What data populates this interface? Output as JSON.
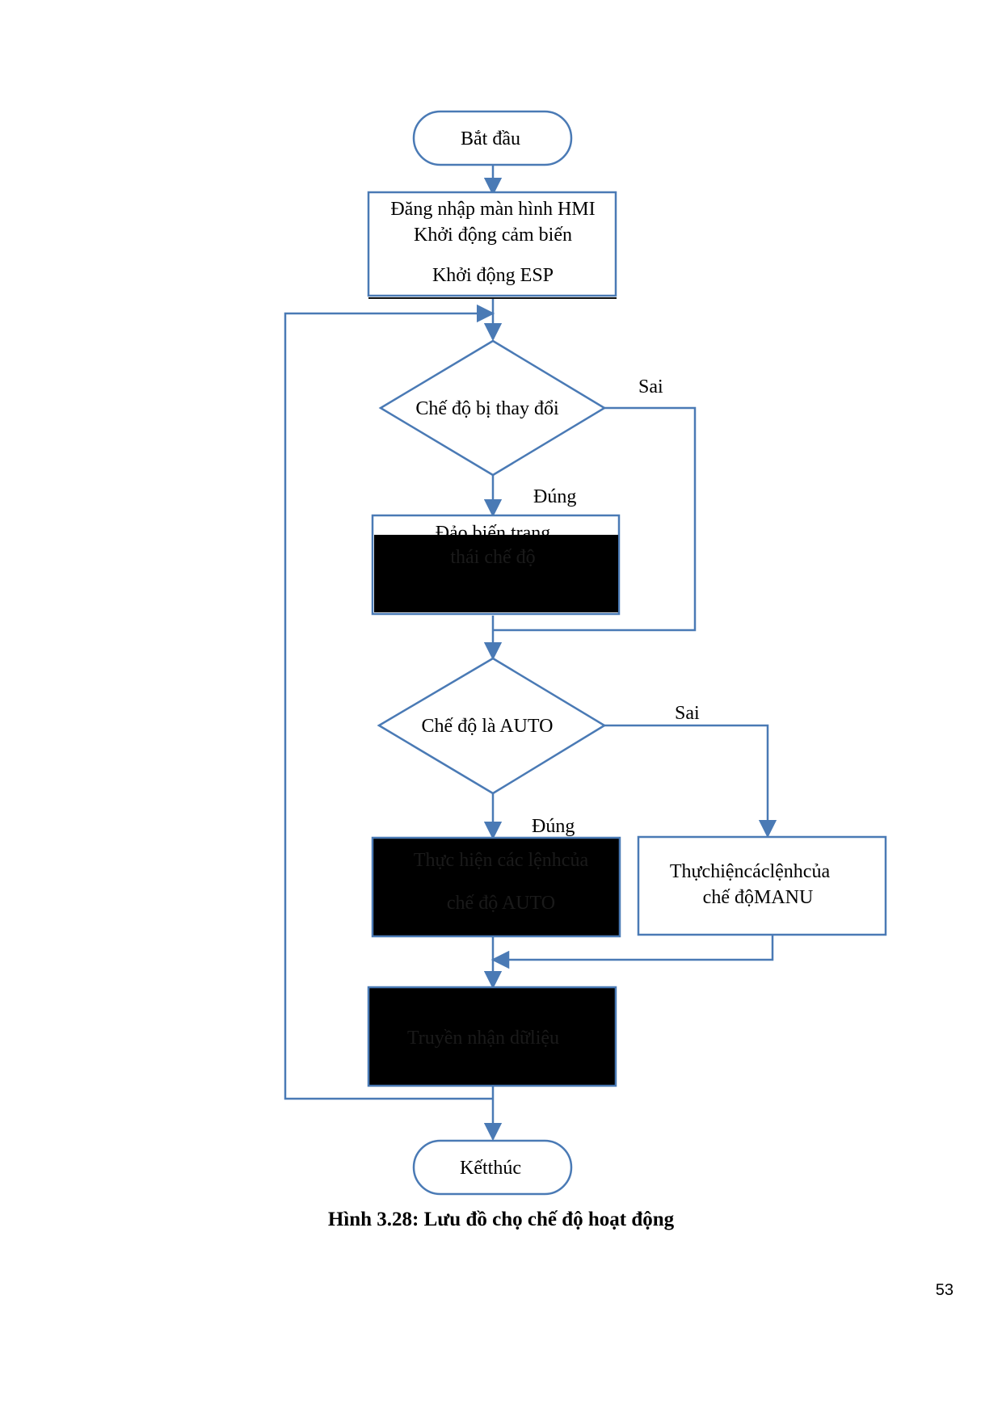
{
  "diagram": {
    "start": "Bắt đầu",
    "init_box": [
      "Đăng nhập màn hình HMI",
      "Khởi động cảm biến",
      "Khởi động ESP"
    ],
    "decision_mode_changed": "Chế độ bị thay đổi",
    "toggle_box": [
      "Đảo biến trạng",
      "thái chế độ"
    ],
    "decision_is_auto": "Chế độ là AUTO",
    "auto_box": [
      "Thực hiện các lệnhcủa",
      "chế độ AUTO"
    ],
    "manual_box": [
      "Thựchiệncáclệnhcủa",
      "chế độMANU"
    ],
    "transfer_box": "Truyền nhận dữliệu",
    "end": "Kếtthúc",
    "label_false_1": "Sai",
    "label_true_1": "Đúng",
    "label_false_2": "Sai",
    "label_true_2": "Đúng"
  },
  "caption": "Hình 3.28: Lưu đồ chọ chế độ hoạt động",
  "page_number": "53",
  "colors": {
    "stroke": "#4a7ab5",
    "redaction": "#000000"
  }
}
